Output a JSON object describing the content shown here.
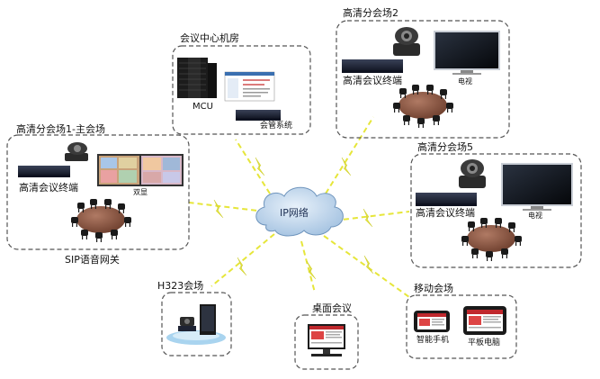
{
  "center": {
    "label": "IP网络"
  },
  "sites": {
    "datacenter": {
      "title": "会议中心机房",
      "mcu_label": "MCU",
      "mgmt_label": "会管系统"
    },
    "site2": {
      "title": "高清分会场2",
      "terminal_label": "高清会议终端",
      "tv_label": "电视"
    },
    "site1": {
      "title": "高清分会场1-主会场",
      "terminal_label": "高清会议终端",
      "dual_label": "双显"
    },
    "site5": {
      "title": "高清分会场5",
      "terminal_label": "高清会议终端",
      "tv_label": "电视"
    },
    "sip": {
      "label": "SIP语音网关"
    },
    "h323": {
      "title": "H323会场"
    },
    "desktop": {
      "title": "桌面会议"
    },
    "mobile": {
      "title": "移动会场",
      "phone_label": "智能手机",
      "tablet_label": "平板电脑"
    }
  },
  "colors": {
    "frame": "#555555",
    "lightning": "#e6e63a",
    "cloud": "#b9d3ea",
    "table": "#8b5a46",
    "device": "#1e2333"
  }
}
